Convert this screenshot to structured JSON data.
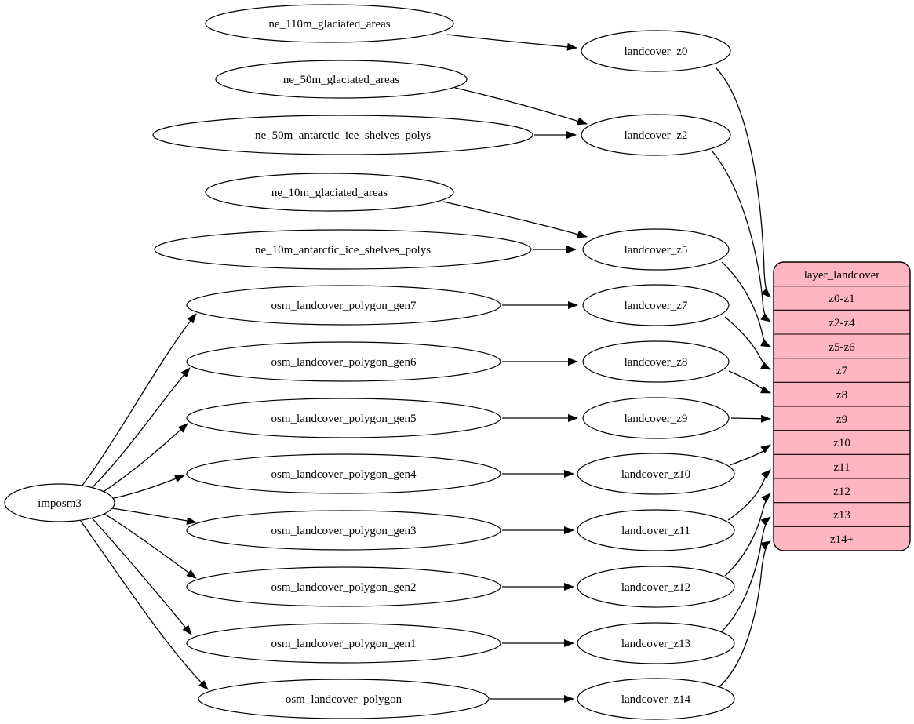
{
  "nodes": {
    "imposm3": "imposm3",
    "sources": [
      "ne_110m_glaciated_areas",
      "ne_50m_glaciated_areas",
      "ne_50m_antarctic_ice_shelves_polys",
      "ne_10m_glaciated_areas",
      "ne_10m_antarctic_ice_shelves_polys",
      "osm_landcover_polygon_gen7",
      "osm_landcover_polygon_gen6",
      "osm_landcover_polygon_gen5",
      "osm_landcover_polygon_gen4",
      "osm_landcover_polygon_gen3",
      "osm_landcover_polygon_gen2",
      "osm_landcover_polygon_gen1",
      "osm_landcover_polygon"
    ],
    "layers": [
      "landcover_z0",
      "landcover_z2",
      "landcover_z5",
      "landcover_z7",
      "landcover_z8",
      "landcover_z9",
      "landcover_z10",
      "landcover_z11",
      "landcover_z12",
      "landcover_z13",
      "landcover_z14"
    ]
  },
  "table": {
    "title": "layer_landcover",
    "rows": [
      "z0-z1",
      "z2-z4",
      "z5-z6",
      "z7",
      "z8",
      "z9",
      "z10",
      "z11",
      "z12",
      "z13",
      "z14+"
    ],
    "fill": "#ffb6c1",
    "stroke": "#000000"
  },
  "colors": {
    "background": "#ffffff",
    "node_fill": "#ffffff",
    "edge_stroke": "#000000"
  },
  "edges": [
    {
      "from": "imposm3",
      "to": "osm_landcover_polygon_gen7"
    },
    {
      "from": "imposm3",
      "to": "osm_landcover_polygon_gen6"
    },
    {
      "from": "imposm3",
      "to": "osm_landcover_polygon_gen5"
    },
    {
      "from": "imposm3",
      "to": "osm_landcover_polygon_gen4"
    },
    {
      "from": "imposm3",
      "to": "osm_landcover_polygon_gen3"
    },
    {
      "from": "imposm3",
      "to": "osm_landcover_polygon_gen2"
    },
    {
      "from": "imposm3",
      "to": "osm_landcover_polygon_gen1"
    },
    {
      "from": "imposm3",
      "to": "osm_landcover_polygon"
    },
    {
      "from": "ne_110m_glaciated_areas",
      "to": "landcover_z0"
    },
    {
      "from": "ne_50m_glaciated_areas",
      "to": "landcover_z2"
    },
    {
      "from": "ne_50m_antarctic_ice_shelves_polys",
      "to": "landcover_z2"
    },
    {
      "from": "ne_10m_glaciated_areas",
      "to": "landcover_z5"
    },
    {
      "from": "ne_10m_antarctic_ice_shelves_polys",
      "to": "landcover_z5"
    },
    {
      "from": "osm_landcover_polygon_gen7",
      "to": "landcover_z7"
    },
    {
      "from": "osm_landcover_polygon_gen6",
      "to": "landcover_z8"
    },
    {
      "from": "osm_landcover_polygon_gen5",
      "to": "landcover_z9"
    },
    {
      "from": "osm_landcover_polygon_gen4",
      "to": "landcover_z10"
    },
    {
      "from": "osm_landcover_polygon_gen3",
      "to": "landcover_z11"
    },
    {
      "from": "osm_landcover_polygon_gen2",
      "to": "landcover_z12"
    },
    {
      "from": "osm_landcover_polygon_gen1",
      "to": "landcover_z13"
    },
    {
      "from": "osm_landcover_polygon",
      "to": "landcover_z14"
    },
    {
      "from": "landcover_z0",
      "to": "layer_landcover:z0-z1"
    },
    {
      "from": "landcover_z2",
      "to": "layer_landcover:z2-z4"
    },
    {
      "from": "landcover_z5",
      "to": "layer_landcover:z5-z6"
    },
    {
      "from": "landcover_z7",
      "to": "layer_landcover:z7"
    },
    {
      "from": "landcover_z8",
      "to": "layer_landcover:z8"
    },
    {
      "from": "landcover_z9",
      "to": "layer_landcover:z9"
    },
    {
      "from": "landcover_z10",
      "to": "layer_landcover:z10"
    },
    {
      "from": "landcover_z11",
      "to": "layer_landcover:z11"
    },
    {
      "from": "landcover_z12",
      "to": "layer_landcover:z12"
    },
    {
      "from": "landcover_z13",
      "to": "layer_landcover:z13"
    },
    {
      "from": "landcover_z14",
      "to": "layer_landcover:z14+"
    }
  ]
}
